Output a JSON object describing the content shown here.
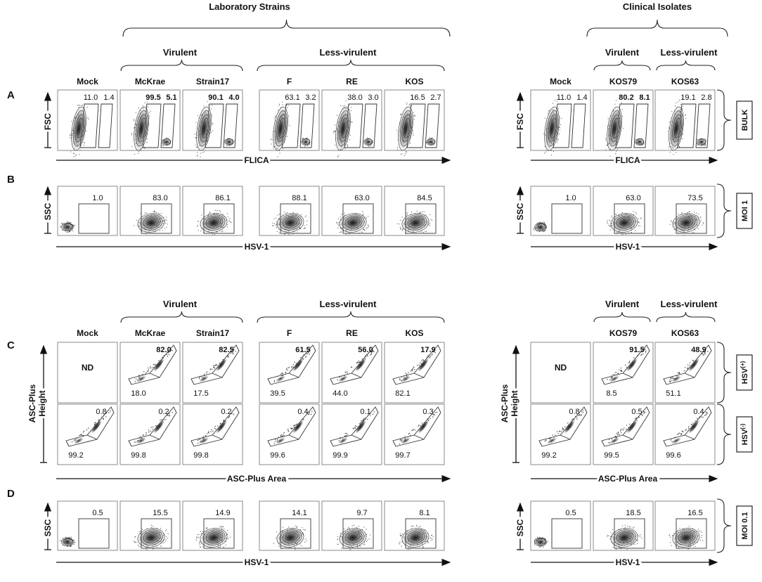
{
  "headers": {
    "laboratory_strains": "Laboratory Strains",
    "clinical_isolates": "Clinical Isolates",
    "virulent": "Virulent",
    "less_virulent": "Less-virulent"
  },
  "columns": {
    "lab": [
      "Mock",
      "McKrae",
      "Strain17",
      "F",
      "RE",
      "KOS"
    ],
    "clinical": [
      "Mock",
      "KOS79",
      "KOS63"
    ]
  },
  "row_letters": [
    "A",
    "B",
    "C",
    "D"
  ],
  "axis_labels": {
    "fsc": "FSC",
    "ssc": "SSC",
    "flica": "FLICA",
    "hsv1": "HSV-1",
    "asc_height_1": "ASC-Plus",
    "asc_height_2": "Height",
    "asc_area": "ASC-Plus Area"
  },
  "side_labels": {
    "bulk": "BULK",
    "moi1": "MOI 1",
    "hsv_pos": "HSV",
    "hsv_pos_sup": "(+)",
    "hsv_neg": "HSV",
    "hsv_neg_sup": "(-)",
    "moi01": "MOI 0.1"
  },
  "nd_label": "ND",
  "row_A": {
    "lab": [
      {
        "left": "11.0",
        "right": "1.4",
        "bold": false
      },
      {
        "left": "99.5",
        "right": "5.1",
        "bold": true
      },
      {
        "left": "90.1",
        "right": "4.0",
        "bold": true
      },
      {
        "left": "63.1",
        "right": "3.2",
        "bold": false
      },
      {
        "left": "38.0",
        "right": "3.0",
        "bold": false
      },
      {
        "left": "16.5",
        "right": "2.7",
        "bold": false
      }
    ],
    "clinical": [
      {
        "left": "11.0",
        "right": "1.4",
        "bold": false
      },
      {
        "left": "80.2",
        "right": "8.1",
        "bold": true
      },
      {
        "left": "19.1",
        "right": "2.8",
        "bold": false
      }
    ]
  },
  "row_B": {
    "lab": [
      "1.0",
      "83.0",
      "86.1",
      "88.1",
      "63.0",
      "84.5"
    ],
    "clinical": [
      "1.0",
      "63.0",
      "73.5"
    ]
  },
  "row_C_pos": {
    "lab": [
      {
        "top": "",
        "bottom": "",
        "nd": true
      },
      {
        "top": "82.0",
        "bottom": "18.0",
        "nd": false
      },
      {
        "top": "82.5",
        "bottom": "17.5",
        "nd": false
      },
      {
        "top": "61.5",
        "bottom": "39.5",
        "nd": false
      },
      {
        "top": "56.0",
        "bottom": "44.0",
        "nd": false
      },
      {
        "top": "17.9",
        "bottom": "82.1",
        "nd": false
      }
    ],
    "clinical": [
      {
        "top": "",
        "bottom": "",
        "nd": true
      },
      {
        "top": "91.5",
        "bottom": "8.5",
        "nd": false
      },
      {
        "top": "48.9",
        "bottom": "51.1",
        "nd": false
      }
    ]
  },
  "row_C_neg": {
    "lab": [
      {
        "top": "0.8",
        "bottom": "99.2"
      },
      {
        "top": "0.2",
        "bottom": "99.8"
      },
      {
        "top": "0.2",
        "bottom": "99.8"
      },
      {
        "top": "0.4",
        "bottom": "99.6"
      },
      {
        "top": "0.1",
        "bottom": "99.9"
      },
      {
        "top": "0.3",
        "bottom": "99.7"
      }
    ],
    "clinical": [
      {
        "top": "0.8",
        "bottom": "99.2"
      },
      {
        "top": "0.5",
        "bottom": "99.5"
      },
      {
        "top": "0.4",
        "bottom": "99.6"
      }
    ]
  },
  "row_D": {
    "lab": [
      "0.5",
      "15.5",
      "14.9",
      "14.1",
      "9.7",
      "8.1"
    ],
    "clinical": [
      "0.5",
      "18.5",
      "16.5"
    ]
  }
}
